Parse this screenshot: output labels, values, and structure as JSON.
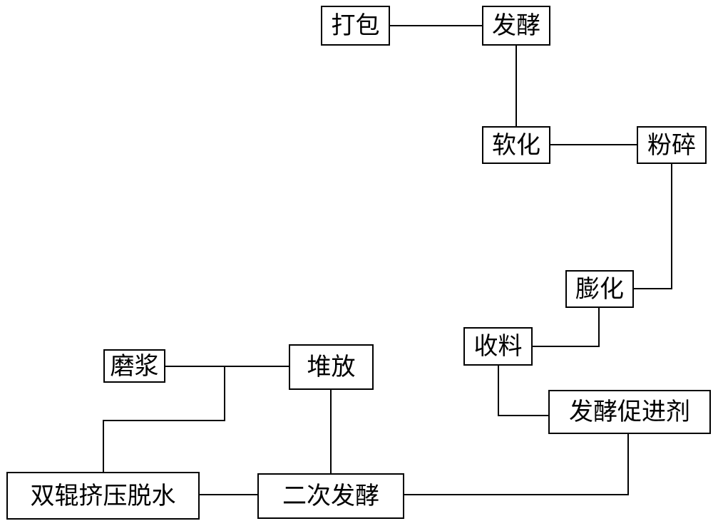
{
  "diagram": {
    "nodes": [
      {
        "id": "dabao",
        "label": "打包"
      },
      {
        "id": "fajiao",
        "label": "发酵"
      },
      {
        "id": "ruanhua",
        "label": "软化"
      },
      {
        "id": "fensui",
        "label": "粉碎"
      },
      {
        "id": "penghua",
        "label": "膨化"
      },
      {
        "id": "shouliao",
        "label": "收料"
      },
      {
        "id": "cujinji",
        "label": "发酵促进剂"
      },
      {
        "id": "mojiang",
        "label": "磨浆"
      },
      {
        "id": "duifang",
        "label": "堆放"
      },
      {
        "id": "ercifajiao",
        "label": "二次发酵"
      },
      {
        "id": "shuanggun",
        "label": "双辊挤压脱水"
      }
    ],
    "edges": [
      {
        "from": "dabao",
        "to": "fajiao"
      },
      {
        "from": "fajiao",
        "to": "ruanhua"
      },
      {
        "from": "ruanhua",
        "to": "fensui"
      },
      {
        "from": "fensui",
        "to": "penghua"
      },
      {
        "from": "penghua",
        "to": "shouliao"
      },
      {
        "from": "shouliao",
        "to": "cujinji"
      },
      {
        "from": "cujinji",
        "to": "ercifajiao"
      },
      {
        "from": "ercifajiao",
        "to": "shuanggun"
      },
      {
        "from": "ercifajiao",
        "to": "duifang"
      },
      {
        "from": "mojiang",
        "to": "duifang"
      },
      {
        "from": "shuanggun",
        "to": "mojiang-duifang-junction"
      }
    ]
  }
}
